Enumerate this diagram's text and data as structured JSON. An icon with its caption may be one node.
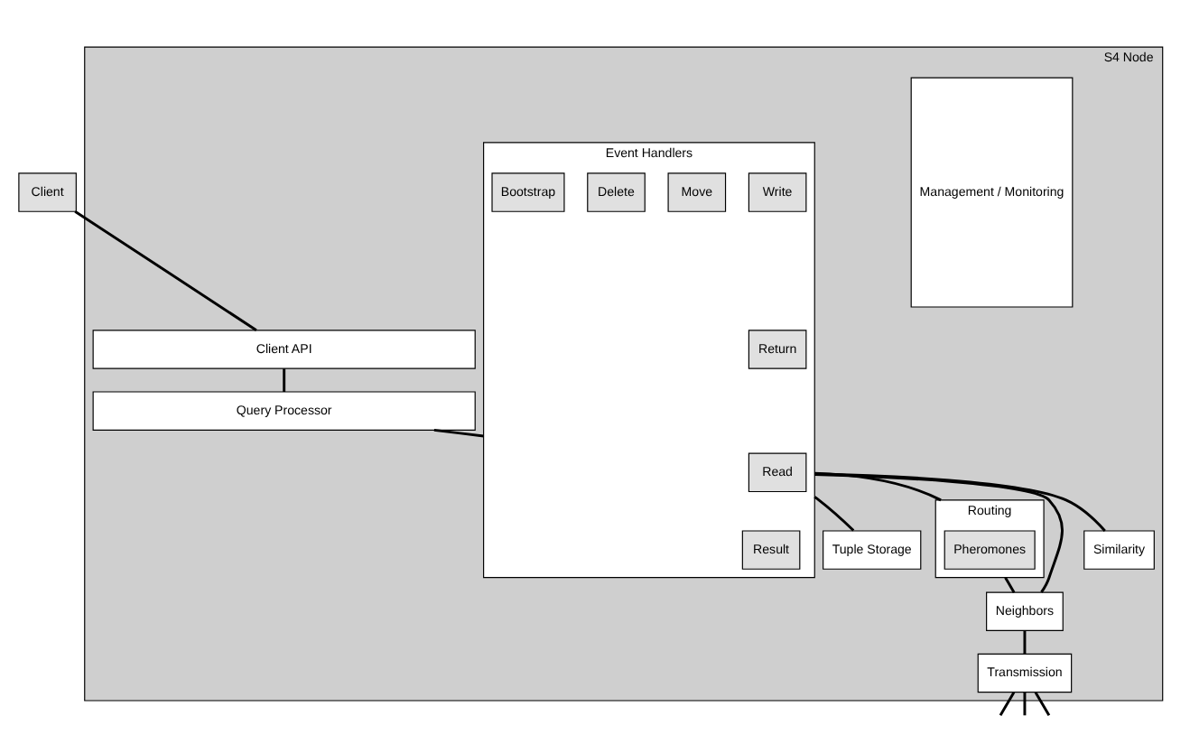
{
  "diagram": {
    "nodes": [
      {
        "text": [
          "Client"
        ]
      },
      {
        "text": [
          "S4 Node"
        ]
      },
      {
        "text": [
          "Management / Monitoring"
        ],
        "in": 1
      },
      {
        "text": [
          "Client API"
        ],
        "in": 1
      },
      {
        "text": [
          "Query Processor"
        ],
        "in": 1
      },
      {
        "text": [
          "Event Handlers"
        ],
        "in": 1
      },
      {
        "text": [
          "Read"
        ],
        "in": 5
      },
      {
        "text": [
          "Write"
        ],
        "in": 5
      },
      {
        "text": [
          "Move"
        ],
        "in": 5
      },
      {
        "text": [
          "Delete"
        ],
        "in": 5
      },
      {
        "text": [
          "Bootstrap"
        ],
        "in": 5
      },
      {
        "text": [
          "Result"
        ],
        "in": 5
      },
      {
        "text": [
          "Return"
        ],
        "in": 5
      },
      {
        "text": [
          "Tuple Storage"
        ],
        "in": 1
      },
      {
        "text": [
          "Routing"
        ],
        "in": 1
      },
      {
        "text": [
          "Pheromones"
        ],
        "in": 14
      },
      {
        "text": [
          "Neighbors"
        ],
        "in": 1
      },
      {
        "text": [
          "Similarity"
        ],
        "in": 1
      },
      {
        "text": [
          "Transmission"
        ],
        "in": 1
      }
    ],
    "edges": [
      {
        "from": 0,
        "to": 3,
        "arrow": "none"
      },
      {
        "from": 3,
        "to": 4,
        "arrow": "none"
      },
      {
        "from": 4,
        "to": 5,
        "arrow": "none"
      },
      {
        "from": 5,
        "to": 17,
        "arrow": "none"
      },
      {
        "from": 5,
        "to": 13,
        "arrow": "none"
      },
      {
        "from": 5,
        "to": 14,
        "arrow": "none"
      },
      {
        "from": 5,
        "to": 16,
        "arrow": "none"
      },
      {
        "from": 14,
        "to": 16,
        "arrow": "none"
      },
      {
        "from": 16,
        "to": 18,
        "arrow": "none"
      },
      {
        "from": 18,
        "to": null,
        "arrow": "none"
      },
      {
        "from": 18,
        "to": null,
        "arrow": "none"
      },
      {
        "from": 18,
        "to": null,
        "arrow": "none"
      }
    ]
  }
}
